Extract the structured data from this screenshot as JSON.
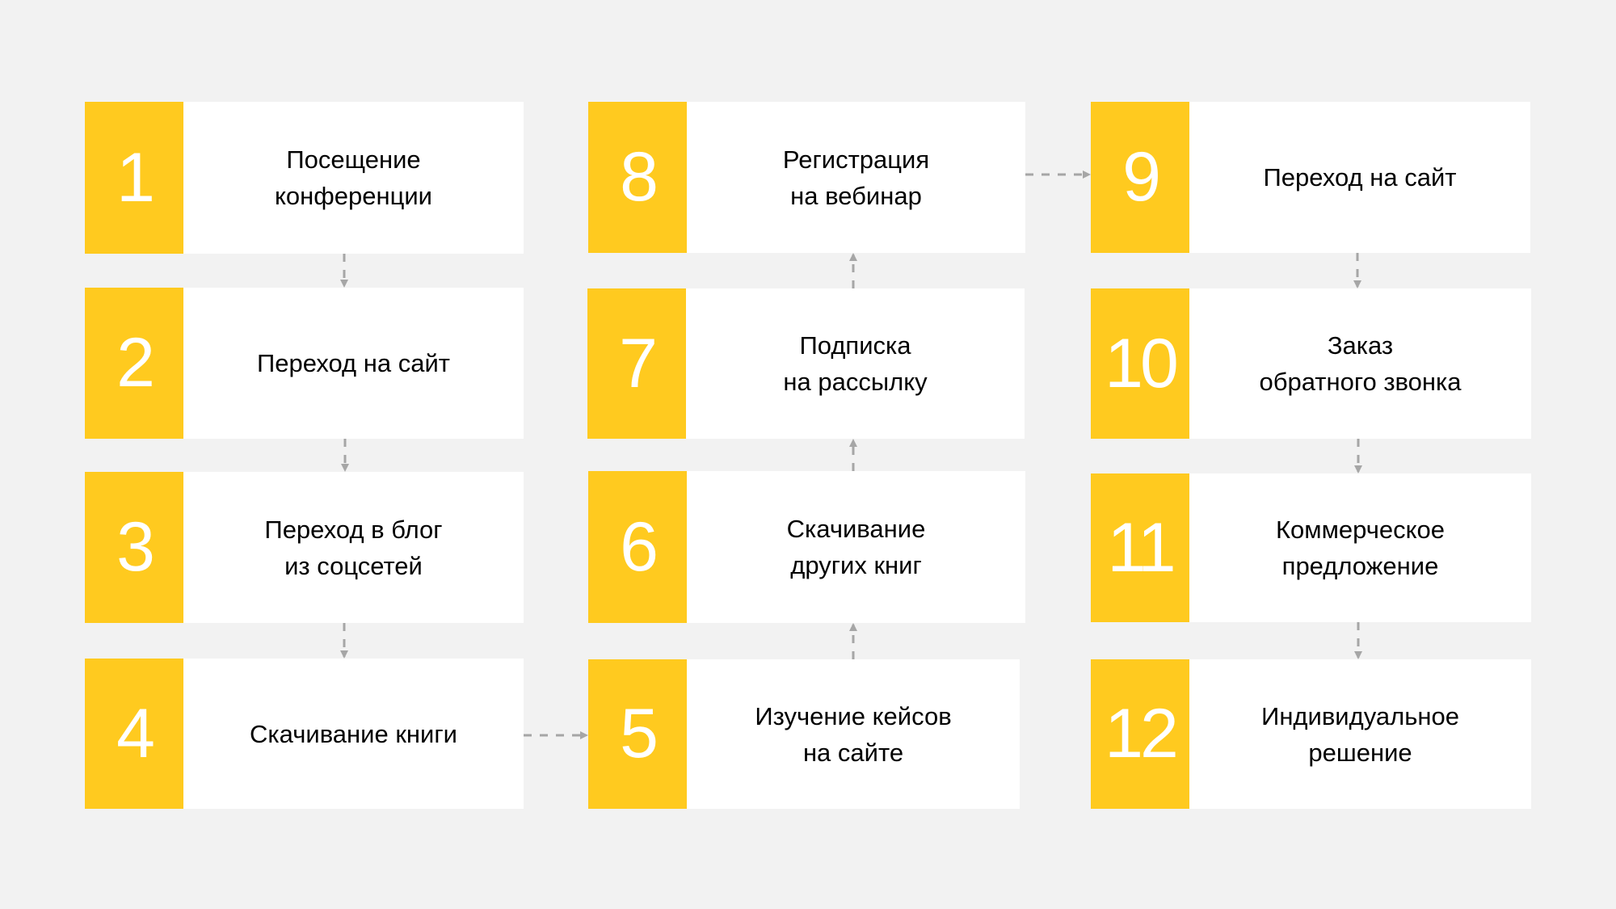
{
  "colors": {
    "background": "#f2f2f2",
    "accent": "#ffca1f",
    "box": "#ffffff",
    "arrow": "#a6a6a6"
  },
  "steps": [
    {
      "number": "1",
      "lines": [
        "Посещение",
        "конференции"
      ]
    },
    {
      "number": "2",
      "lines": [
        "Переход на сайт"
      ]
    },
    {
      "number": "3",
      "lines": [
        "Переход в блог",
        "из соцсетей"
      ]
    },
    {
      "number": "4",
      "lines": [
        "Скачивание книги"
      ]
    },
    {
      "number": "5",
      "lines": [
        "Изучение кейсов",
        "на сайте"
      ]
    },
    {
      "number": "6",
      "lines": [
        "Скачивание",
        "других книг"
      ]
    },
    {
      "number": "7",
      "lines": [
        "Подписка",
        "на рассылку"
      ]
    },
    {
      "number": "8",
      "lines": [
        "Регистрация",
        "на вебинар"
      ]
    },
    {
      "number": "9",
      "lines": [
        "Переход на сайт"
      ]
    },
    {
      "number": "10",
      "lines": [
        "Заказ",
        "обратного звонка"
      ]
    },
    {
      "number": "11",
      "lines": [
        "Коммерческое",
        "предложение"
      ]
    },
    {
      "number": "12",
      "lines": [
        "Индивидуальное",
        "решение"
      ]
    }
  ]
}
